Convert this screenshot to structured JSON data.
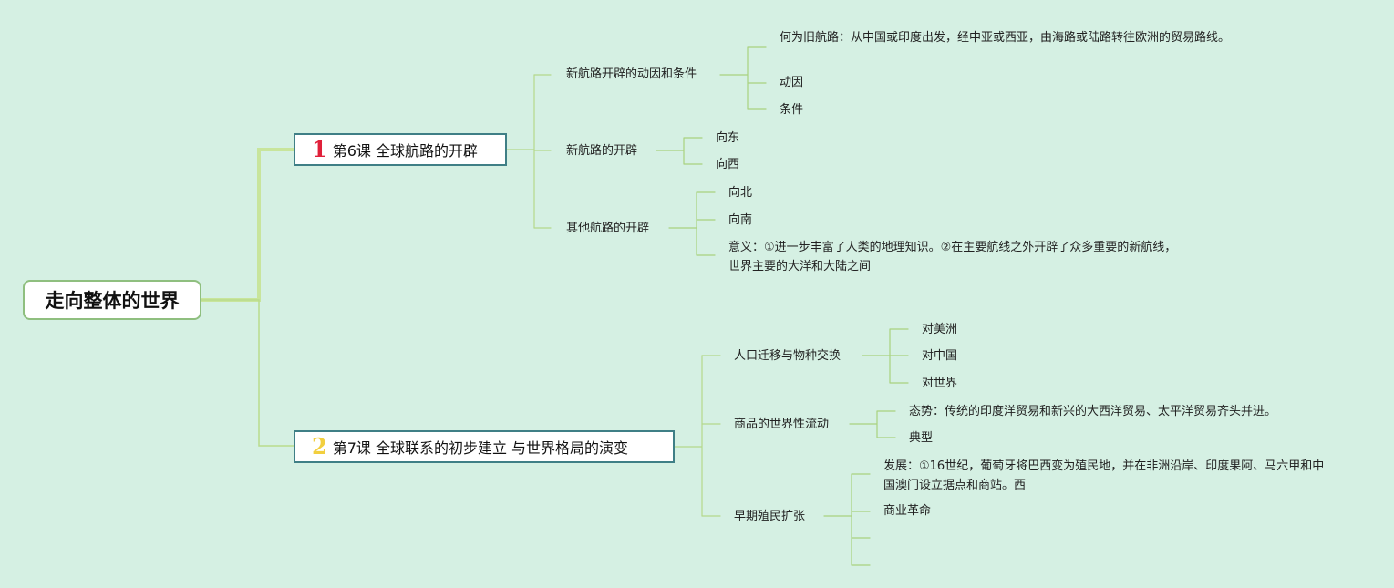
{
  "root": {
    "label": "走向整体的世界"
  },
  "lesson1": {
    "num": "1",
    "label": "第6课 全球航路的开辟",
    "branches": [
      {
        "label": "新航路开辟的动因和条件",
        "items": [
          "何为旧航路：从中国或印度出发，经中亚或西亚，由海路或陆路转往欧洲的贸易路线。",
          "动因",
          "条件"
        ]
      },
      {
        "label": "新航路的开辟",
        "items": [
          "向东",
          "向西"
        ]
      },
      {
        "label": "其他航路的开辟",
        "items": [
          "向北",
          "向南",
          "意义：①进一步丰富了人类的地理知识。②在主要航线之外开辟了众多重要的新航线，世界主要的大洋和大陆之间"
        ]
      }
    ]
  },
  "lesson2": {
    "num": "2",
    "label": "第7课 全球联系的初步建立 与世界格局的演变",
    "branches": [
      {
        "label": "人口迁移与物种交换",
        "items": [
          "对美洲",
          "对中国",
          "对世界"
        ]
      },
      {
        "label": "商品的世界性流动",
        "items": [
          "态势：传统的印度洋贸易和新兴的大西洋贸易、太平洋贸易齐头并进。",
          "典型"
        ]
      },
      {
        "label": "早期殖民扩张",
        "items": [
          "发展：①16世纪，葡萄牙将巴西变为殖民地，并在非洲沿岸、印度果阿、马六甲和中国澳门设立据点和商站。西",
          "商业革命"
        ]
      }
    ]
  },
  "colors": {
    "background": "#d5f0e3",
    "main_line": "#c5e49a",
    "branch_line": "#a9d17f",
    "lesson_border": "#3f7f86",
    "root_border": "#8fbf7f",
    "num1": "#e0203a",
    "num2": "#f2cf3e"
  }
}
